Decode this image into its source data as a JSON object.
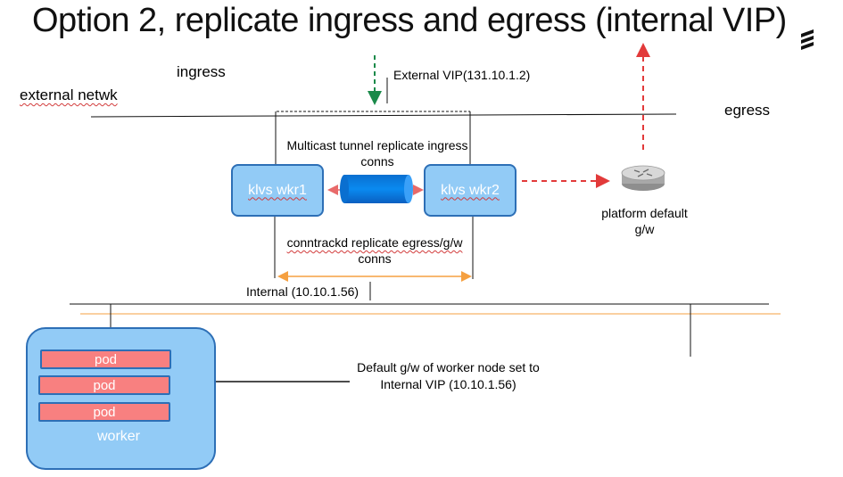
{
  "title": "Option 2, replicate ingress and egress (internal VIP)",
  "labels": {
    "ingress": "ingress",
    "egress": "egress",
    "external_network": "external netwk",
    "external_vip": "External VIP(131.10.1.2)",
    "multicast_line1": "Multicast tunnel replicate ingress",
    "multicast_line2": "conns",
    "conntrackd_line1": "conntrackd replicate egress/g/w",
    "conntrackd_line2": "conns",
    "internal_vip": "Internal (10.10.1.56)",
    "platform_line1": "platform default",
    "platform_line2": "g/w",
    "default_gw_line1": "Default g/w of worker node set to",
    "default_gw_line2": "Internal VIP (10.10.1.56)"
  },
  "nodes": {
    "wkr1": "klvs wkr1",
    "wkr2": "klvs wkr2"
  },
  "worker": {
    "label": "worker",
    "pods": [
      "pod",
      "pod",
      "pod"
    ]
  },
  "colors": {
    "node_fill": "#92cbf6",
    "node_border": "#2d6fb6",
    "pod_fill": "#f88080",
    "tunnel": "#0a7fe6",
    "ingress_arrow": "#1a8a4a",
    "egress_arrow": "#e23a3a",
    "conntrackd_arrow": "#f5a040",
    "internal_net_highlight": "#f5a040"
  },
  "icons": {
    "router": "router-icon",
    "logo": "ericsson-logo"
  }
}
